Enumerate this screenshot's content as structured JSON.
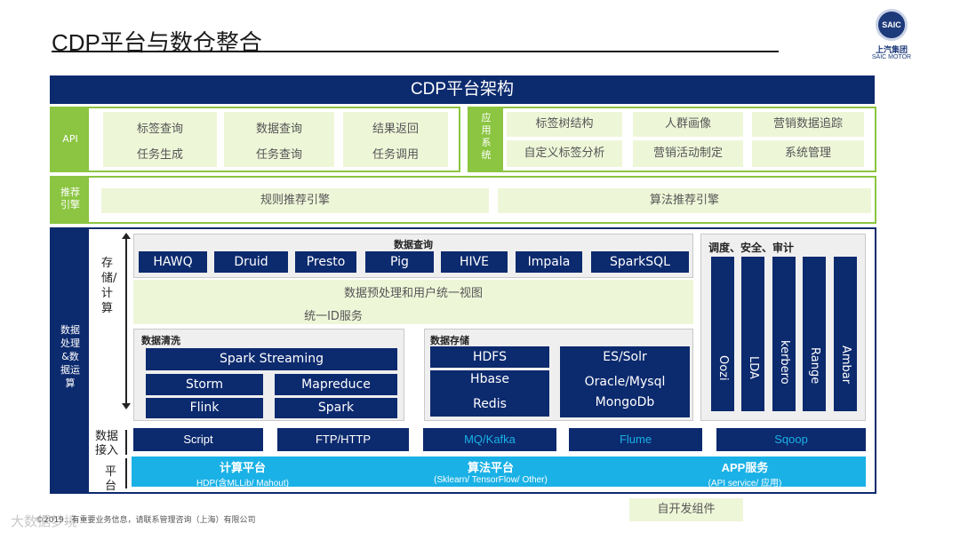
{
  "slide": {
    "title": "CDP平台与数仓整合",
    "logo": {
      "emblem": "SAIC",
      "name_cn": "上汽集团",
      "name_en": "SAIC MOTOR"
    }
  },
  "architecture": {
    "header": "CDP平台架构",
    "api": {
      "label": "API",
      "groups": [
        {
          "line1": "标签查询",
          "line2": "任务生成"
        },
        {
          "line1": "数据查询",
          "line2": "任务查询"
        },
        {
          "line1": "结果返回",
          "line2": "任务调用"
        }
      ]
    },
    "app_system": {
      "label": "应用系统",
      "items": [
        "标签树结构",
        "人群画像",
        "营销数据追踪",
        "自定义标签分析",
        "营销活动制定",
        "系统管理"
      ]
    },
    "recommend": {
      "label": "推荐引擎",
      "items": [
        "规则推荐引擎",
        "算法推荐引擎"
      ]
    },
    "processing": {
      "label": "数据处理&数据运算",
      "storage_compute_label": "存储/计算",
      "query": {
        "title": "数据查询",
        "engines": [
          "HAWQ",
          "Druid",
          "Presto",
          "Pig",
          "HIVE",
          "Impala",
          "SparkSQL"
        ]
      },
      "preprocess_line1": "数据预处理和用户统一视图",
      "preprocess_line2": "统一ID服务",
      "cleaning": {
        "title": "数据清洗",
        "items": [
          "Spark Streaming",
          "Storm",
          "Mapreduce",
          "Flink",
          "Spark"
        ]
      },
      "storage": {
        "title": "数据存储",
        "left": [
          "HDFS",
          "Hbase",
          "Redis"
        ],
        "right": [
          "ES/Solr",
          "Oracle/Mysql",
          "MongoDb"
        ]
      },
      "scheduling": {
        "title": "调度、安全、审计",
        "items": [
          "Oozi",
          "LDA",
          "kerbero",
          "Range",
          "Ambar"
        ]
      },
      "ingest": {
        "label": "数据接入",
        "items": [
          "Script",
          "FTP/HTTP",
          "MQ/Kafka",
          "Flume",
          "Sqoop"
        ]
      },
      "platform": {
        "label": "平台",
        "items": [
          {
            "title": "计算平台",
            "sub": "HDP(含MLLib/ Mahout)"
          },
          {
            "title": "算法平台",
            "sub": "(Sklearn/ TensorFlow/ Other)"
          },
          {
            "title": "APP服务",
            "sub": "(API service/ 应用)"
          }
        ]
      }
    },
    "legend": "自开发组件"
  },
  "footer": {
    "text": "©2019...有重要业务信息，请联系管理咨询（上海）有限公司",
    "watermark": "大数据梦境"
  },
  "colors": {
    "navy": "#0c2a6e",
    "green": "#8bc541",
    "light_green": "#eef6d8",
    "cyan": "#1ab1e6"
  }
}
